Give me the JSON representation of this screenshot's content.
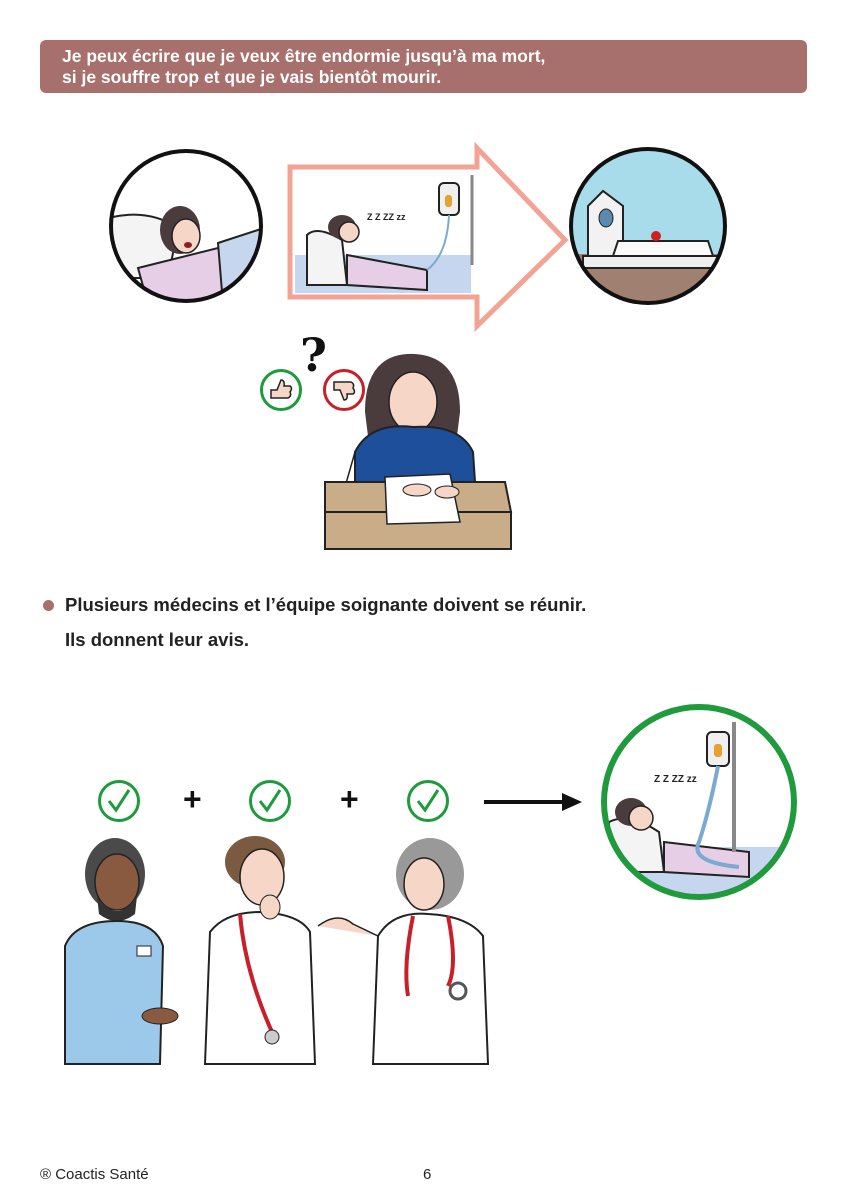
{
  "header": {
    "lines": [
      "Je peux écrire que je veux être endormie jusqu’à ma mort,",
      "si je souffre trop et que je vais bientôt mourir."
    ]
  },
  "illustration_top": {
    "question_mark": "?",
    "sleep_text": "Z Z ZZ zz"
  },
  "bullet": {
    "line1": "Plusieurs médecins et l’équipe soignante doivent se réunir.",
    "line2": "Ils donnent leur avis."
  },
  "illustration_bottom": {
    "plus_signs": [
      "+",
      "+"
    ],
    "sleep_text": "Z Z ZZ zz"
  },
  "colors": {
    "header_bg": "#a8706c",
    "check_green": "#1f9a3c",
    "thumb_red": "#c8202a",
    "arrow_pink": "#f2a394"
  },
  "footer": {
    "copyright": "® Coactis Santé",
    "page_number": "6"
  }
}
